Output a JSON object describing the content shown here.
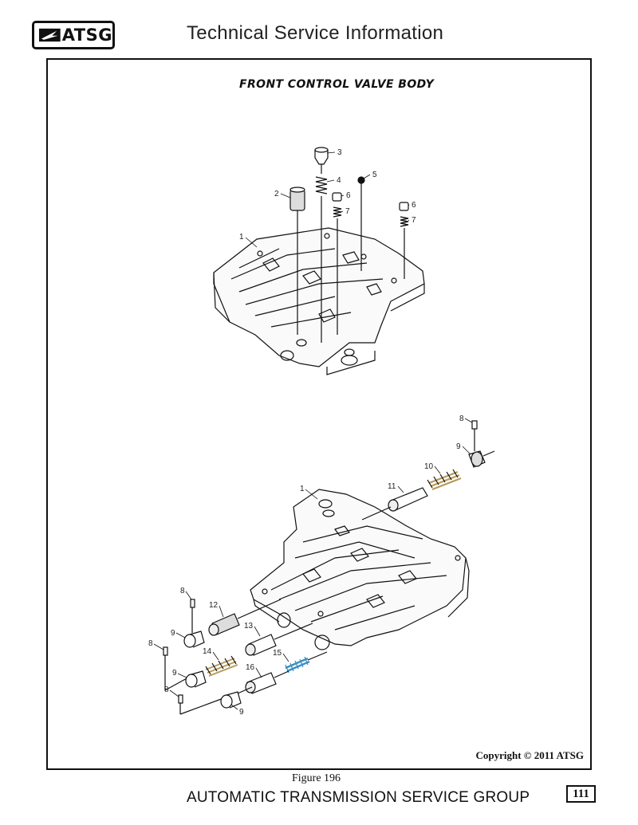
{
  "header": {
    "logo_text": "ATSG",
    "title": "Technical Service Information"
  },
  "figure": {
    "title": "FRONT CONTROL VALVE BODY",
    "copyright": "Copyright © 2011 ATSG",
    "caption": "Figure 196",
    "callouts_upper": [
      "1",
      "2",
      "3",
      "4",
      "5",
      "6",
      "7",
      "6",
      "7"
    ],
    "callouts_lower": [
      "1",
      "8",
      "9",
      "10",
      "11",
      "8",
      "12",
      "9",
      "13",
      "8",
      "14",
      "15",
      "9",
      "16",
      "8",
      "9"
    ]
  },
  "footer": {
    "org": "AUTOMATIC TRANSMISSION SERVICE GROUP",
    "page_number": "111"
  },
  "colors": {
    "ink": "#111111",
    "spring_blue": "#3a8fc2",
    "spring_gold": "#b89a5a"
  }
}
